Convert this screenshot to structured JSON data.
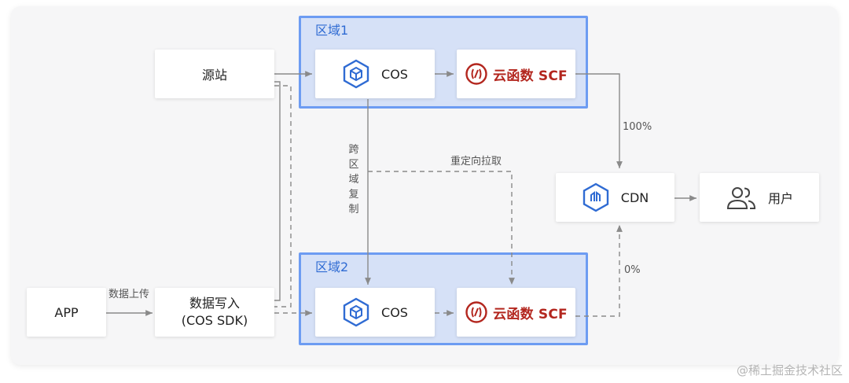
{
  "regions": {
    "region1": "区域1",
    "region2": "区域2"
  },
  "nodes": {
    "origin": "源站",
    "cos": "COS",
    "scf": "云函数 SCF",
    "cdn": "CDN",
    "user": "用户",
    "app": "APP",
    "data_write_line1": "数据写入",
    "data_write_line2": "(COS SDK)"
  },
  "edge_labels": {
    "upload": "数据上传",
    "cross_region": "跨区域复制",
    "redirect": "重定向拉取",
    "pct_100": "100%",
    "pct_0": "0%"
  },
  "watermark": "@稀土掘金技术社区",
  "colors": {
    "region_fill": "#d6e1f7",
    "region_border": "#6d9cf2",
    "scf_red": "#b3261e",
    "icon_blue": "#2f6bd3"
  }
}
